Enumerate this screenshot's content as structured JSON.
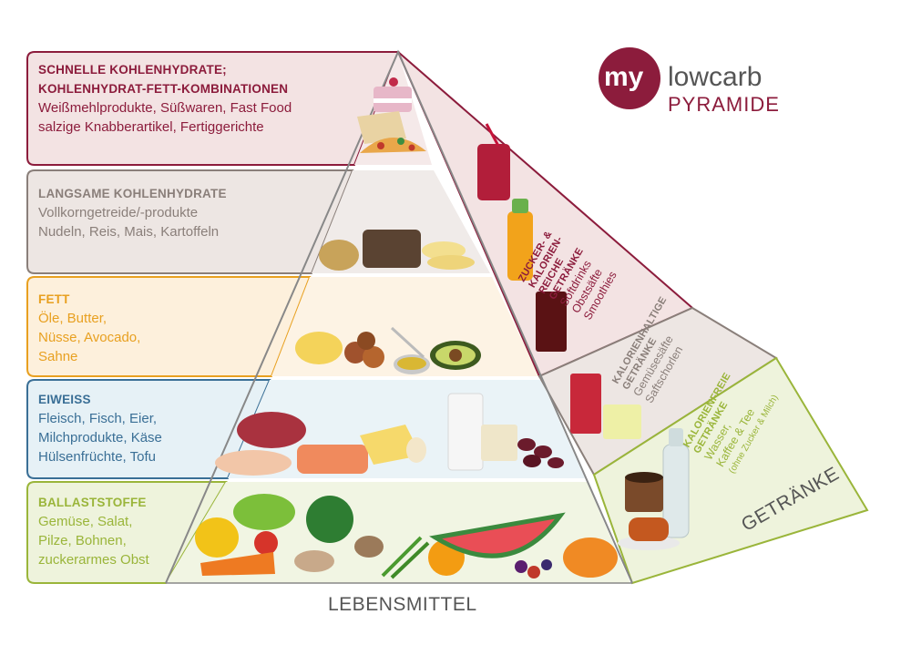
{
  "logo": {
    "mark": "my",
    "brand": "lowcarb",
    "subtitle": "PYRAMIDE"
  },
  "tiers": [
    {
      "heading_lines": [
        "SCHNELLE KOHLENHYDRATE;",
        "KOHLENHYDRAT-FETT-KOMBINATIONEN"
      ],
      "lines": [
        "Weißmehlprodukte, Süßwaren, Fast Food",
        "salzige Knabberartikel, Fertiggerichte"
      ],
      "color": "#8c1c3c",
      "fill": "#f3e3e3"
    },
    {
      "heading_lines": [
        "LANGSAME KOHLENHYDRATE"
      ],
      "lines": [
        "Vollkorngetreide/-produkte",
        "Nudeln, Reis, Mais, Kartoffeln"
      ],
      "color": "#8a7f7a",
      "fill": "#ede6e3"
    },
    {
      "heading_lines": [
        "FETT"
      ],
      "lines": [
        "Öle, Butter,",
        "Nüsse, Avocado,",
        "Sahne"
      ],
      "color": "#e8a020",
      "fill": "#fdf0dc"
    },
    {
      "heading_lines": [
        "EIWEISS"
      ],
      "lines": [
        "Fleisch, Fisch, Eier,",
        "Milchprodukte, Käse",
        "Hülsenfrüchte, Tofu"
      ],
      "color": "#3a6f96",
      "fill": "#e6f1f6"
    },
    {
      "heading_lines": [
        "BALLASTSTOFFE"
      ],
      "lines": [
        "Gemüse, Salat,",
        "Pilze, Bohnen,",
        "zuckerarmes Obst"
      ],
      "color": "#9ab53a",
      "fill": "#eef3dc"
    }
  ],
  "beverages": [
    {
      "heading_lines": [
        "ZUCKER- &",
        "KALORIEN-",
        "REICHE",
        "GETRÄNKE"
      ],
      "lines": [
        "Softdrinks",
        "Obstsäfte",
        "Smoothies"
      ],
      "color": "#8c1c3c",
      "fill": "#f3e3e3"
    },
    {
      "heading_lines": [
        "KALORIENHALTIGE",
        "GETRÄNKE"
      ],
      "lines": [
        "Gemüsesäfte",
        "Saftschorlen"
      ],
      "color": "#8a7f7a",
      "fill": "#ede6e3"
    },
    {
      "heading_lines": [
        "KALORIENFREIE",
        "GETRÄNKE"
      ],
      "lines": [
        "Wasser,",
        "Kaffee & Tee",
        "(ohne Zucker & Milch)"
      ],
      "color": "#9ab53a",
      "fill": "#eef3dc"
    }
  ],
  "labels": {
    "food_axis": "LEBENSMITTEL",
    "drinks_axis": "GETRÄNKE"
  }
}
